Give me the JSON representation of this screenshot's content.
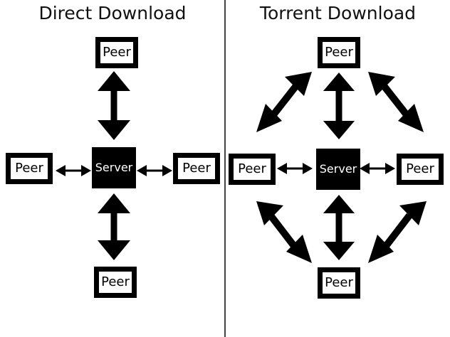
{
  "direct": {
    "title": "Direct Download",
    "server_label": "Server",
    "peer_label": "Peer"
  },
  "torrent": {
    "title": "Torrent Download",
    "server_label": "Server",
    "peer_label": "Peer"
  },
  "colors": {
    "ink": "#000000",
    "background": "#ffffff",
    "divider": "#444444"
  }
}
